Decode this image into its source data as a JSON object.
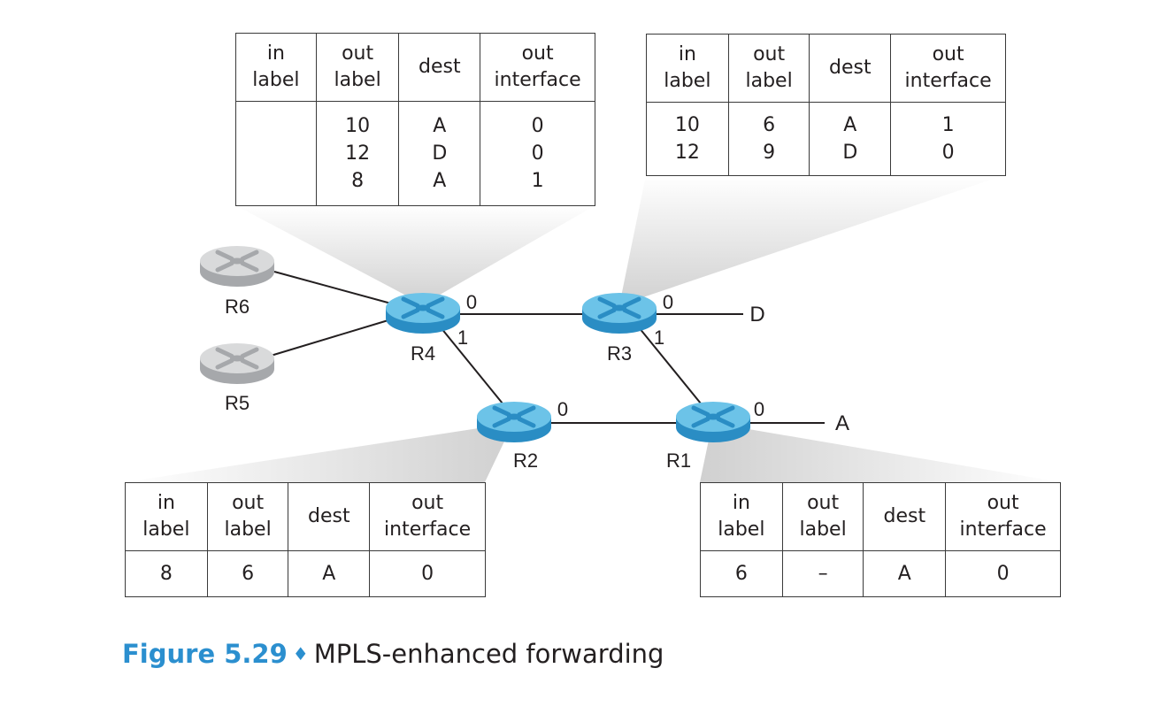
{
  "colors": {
    "router_active_top": "#6cc3e8",
    "router_active_side": "#2a8dc4",
    "router_inactive_top": "#d9dadb",
    "router_inactive_side": "#a6a8ab",
    "callout_fill": "#d9d9d9",
    "figure_accent": "#2b8fcf"
  },
  "routers": [
    {
      "id": "R6",
      "label": "R6",
      "style": "inactive"
    },
    {
      "id": "R5",
      "label": "R5",
      "style": "inactive"
    },
    {
      "id": "R4",
      "label": "R4",
      "style": "active"
    },
    {
      "id": "R3",
      "label": "R3",
      "style": "active"
    },
    {
      "id": "R2",
      "label": "R2",
      "style": "active"
    },
    {
      "id": "R1",
      "label": "R1",
      "style": "active"
    }
  ],
  "interfaces": {
    "r4_if0": "0",
    "r4_if1": "1",
    "r3_if0": "0",
    "r3_if1": "1",
    "r2_if0": "0",
    "r1_if0": "0"
  },
  "destinations": {
    "D": "D",
    "A": "A"
  },
  "table_headers": {
    "in_label": [
      "in",
      "label"
    ],
    "out_label": [
      "out",
      "label"
    ],
    "dest": "dest",
    "out_interface": [
      "out",
      "interface"
    ]
  },
  "tables": {
    "r4": {
      "in_label": [
        ""
      ],
      "out_label": [
        "10",
        "12",
        "8"
      ],
      "dest": [
        "A",
        "D",
        "A"
      ],
      "out_interface": [
        "0",
        "0",
        "1"
      ]
    },
    "r3": {
      "in_label": [
        "10",
        "12"
      ],
      "out_label": [
        "6",
        "9"
      ],
      "dest": [
        "A",
        "D"
      ],
      "out_interface": [
        "1",
        "0"
      ]
    },
    "r2": {
      "in_label": [
        "8"
      ],
      "out_label": [
        "6"
      ],
      "dest": [
        "A"
      ],
      "out_interface": [
        "0"
      ]
    },
    "r1": {
      "in_label": [
        "6"
      ],
      "out_label": [
        "–"
      ],
      "dest": [
        "A"
      ],
      "out_interface": [
        "0"
      ]
    }
  },
  "caption": {
    "label": "Figure 5.29",
    "separator": "♦",
    "text": "MPLS-enhanced forwarding"
  }
}
